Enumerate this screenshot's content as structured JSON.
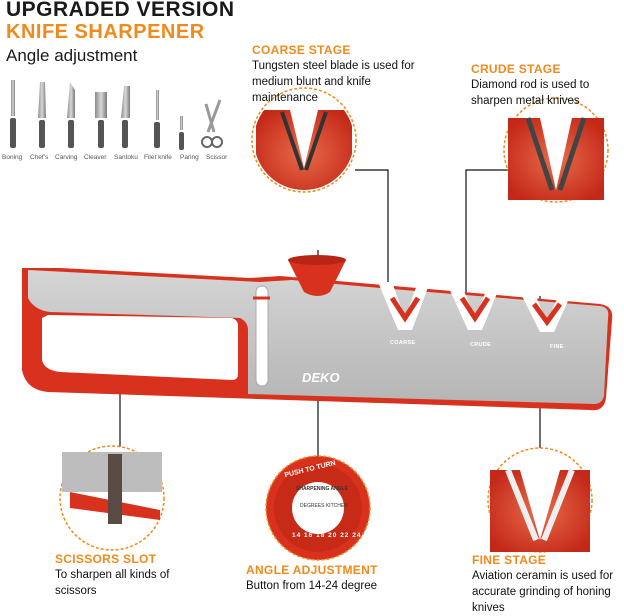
{
  "header": {
    "title": "UPGRADED VERSION",
    "subtitle": "KNIFE SHARPENER",
    "angle_heading": "Angle adjustment"
  },
  "knife_types": [
    "Boning",
    "Chef's",
    "Carving",
    "Cleaver",
    "Santoku",
    "Filet knife",
    "Paring",
    "Scissor"
  ],
  "callouts": {
    "coarse": {
      "title": "COARSE STAGE",
      "desc": "Tungsten steel blade is used for medium blunt and knife maintenance"
    },
    "crude": {
      "title": "CRUDE STAGE",
      "desc": "Diamond rod is used to sharpen metal knives"
    },
    "scissors": {
      "title": "SCISSORS SLOT",
      "desc": "To sharpen all kinds of scissors"
    },
    "angle": {
      "title": "ANGLE ADJUSTMENT",
      "desc": "Button from 14-24 degree"
    },
    "fine": {
      "title": "FINE STAGE",
      "desc": "Aviation ceramin is used for accurate grinding of honing knives"
    }
  },
  "device": {
    "brand": "DEKO",
    "slot_labels": {
      "coarse": "COARSE",
      "crude": "CRUDE",
      "fine": "FINE"
    }
  },
  "dial": {
    "top_text": "PUSH TO TURN",
    "sub_text": "SHARPENING ANGLE",
    "inner_text": "DEGREES KITCHEN",
    "numbers": [
      "14",
      "16",
      "18",
      "20",
      "22",
      "24"
    ]
  },
  "colors": {
    "accent_orange": "#f08a1c",
    "body_red": "#d8321f",
    "body_grey": "#c8c8c8"
  }
}
